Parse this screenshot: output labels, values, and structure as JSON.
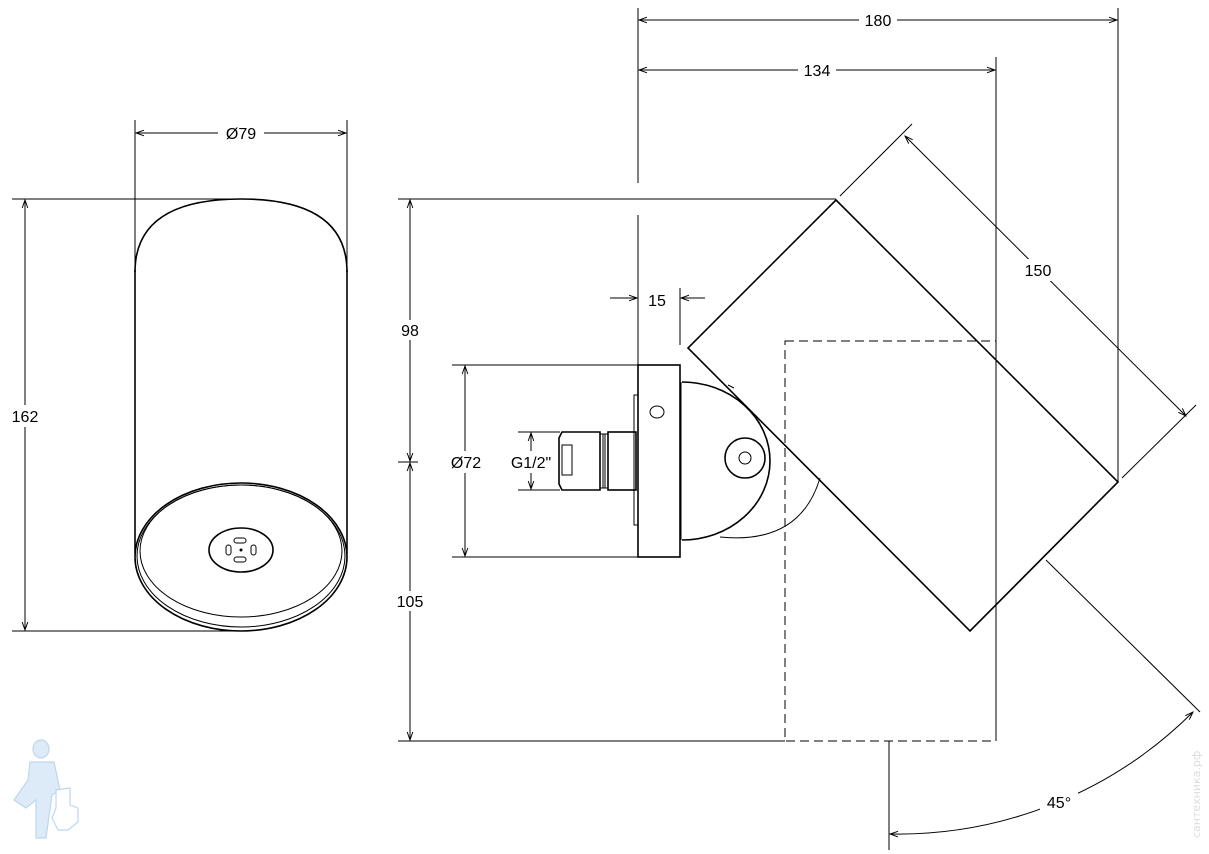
{
  "drawing": {
    "front_view": {
      "diameter_label": "Ø79",
      "height_label": "162"
    },
    "side_view": {
      "upper_height_label": "98",
      "lower_height_label": "105",
      "flange_diameter_label": "Ø72",
      "thread_label": "G1/2\"",
      "flange_depth_label": "15",
      "reach_label": "134",
      "total_reach_label": "180",
      "head_length_label": "150",
      "tilt_angle_label": "45°"
    }
  },
  "watermark": {
    "text": "сантехника.рф"
  },
  "colors": {
    "line": "#000000",
    "logo": "#bcd8ee"
  }
}
